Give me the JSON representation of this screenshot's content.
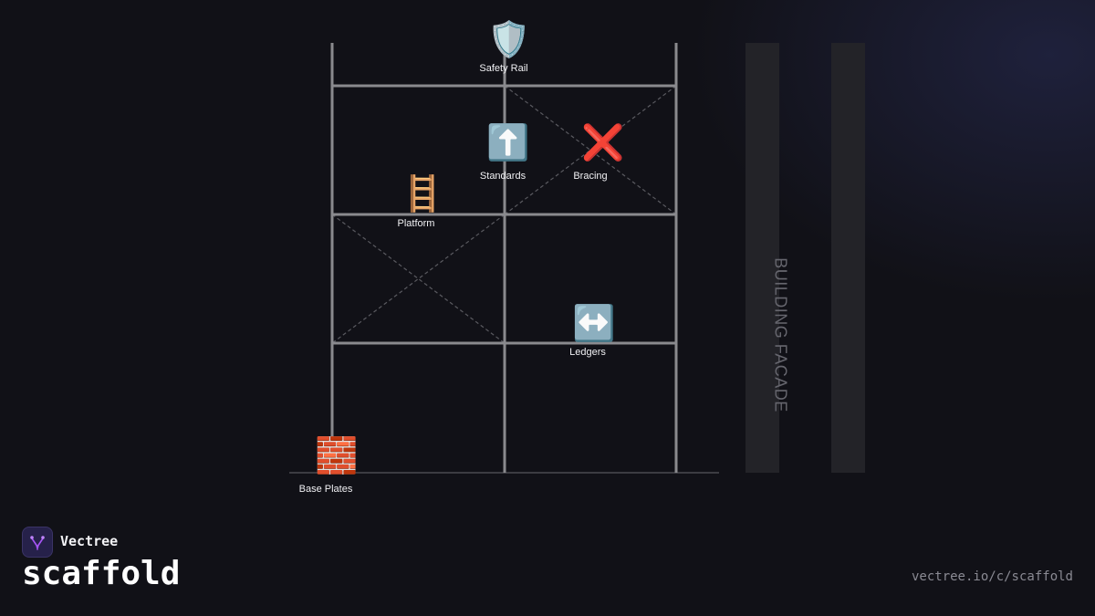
{
  "diagram": {
    "facade_label": "BUILDING FACADE",
    "components": [
      {
        "id": "safety-rail",
        "icon": "shield-icon",
        "glyph": "🛡️",
        "label": "Safety Rail"
      },
      {
        "id": "standards",
        "icon": "up-arrow-icon",
        "glyph": "⬆️",
        "label": "Standards"
      },
      {
        "id": "bracing",
        "icon": "cross-mark-icon",
        "glyph": "❌",
        "label": "Bracing"
      },
      {
        "id": "platform",
        "icon": "ladder-icon",
        "glyph": "🪜",
        "label": "Platform"
      },
      {
        "id": "ledgers",
        "icon": "left-right-arrow-icon",
        "glyph": "↔️",
        "label": "Ledgers"
      },
      {
        "id": "base-plates",
        "icon": "brick-icon",
        "glyph": "🧱",
        "label": "Base Plates"
      }
    ]
  },
  "brand": {
    "name": "Vectree",
    "logo_icon": "vectree-logo-icon",
    "accent_color": "#a855f7"
  },
  "page": {
    "title": "scaffold",
    "url": "vectree.io/c/scaffold"
  },
  "colors": {
    "background": "#111117",
    "scaffold_tube": "#8a8a8e",
    "bracing_dash": "#5a5a60",
    "facade": "#232328",
    "label_text": "#f1f1f4"
  }
}
